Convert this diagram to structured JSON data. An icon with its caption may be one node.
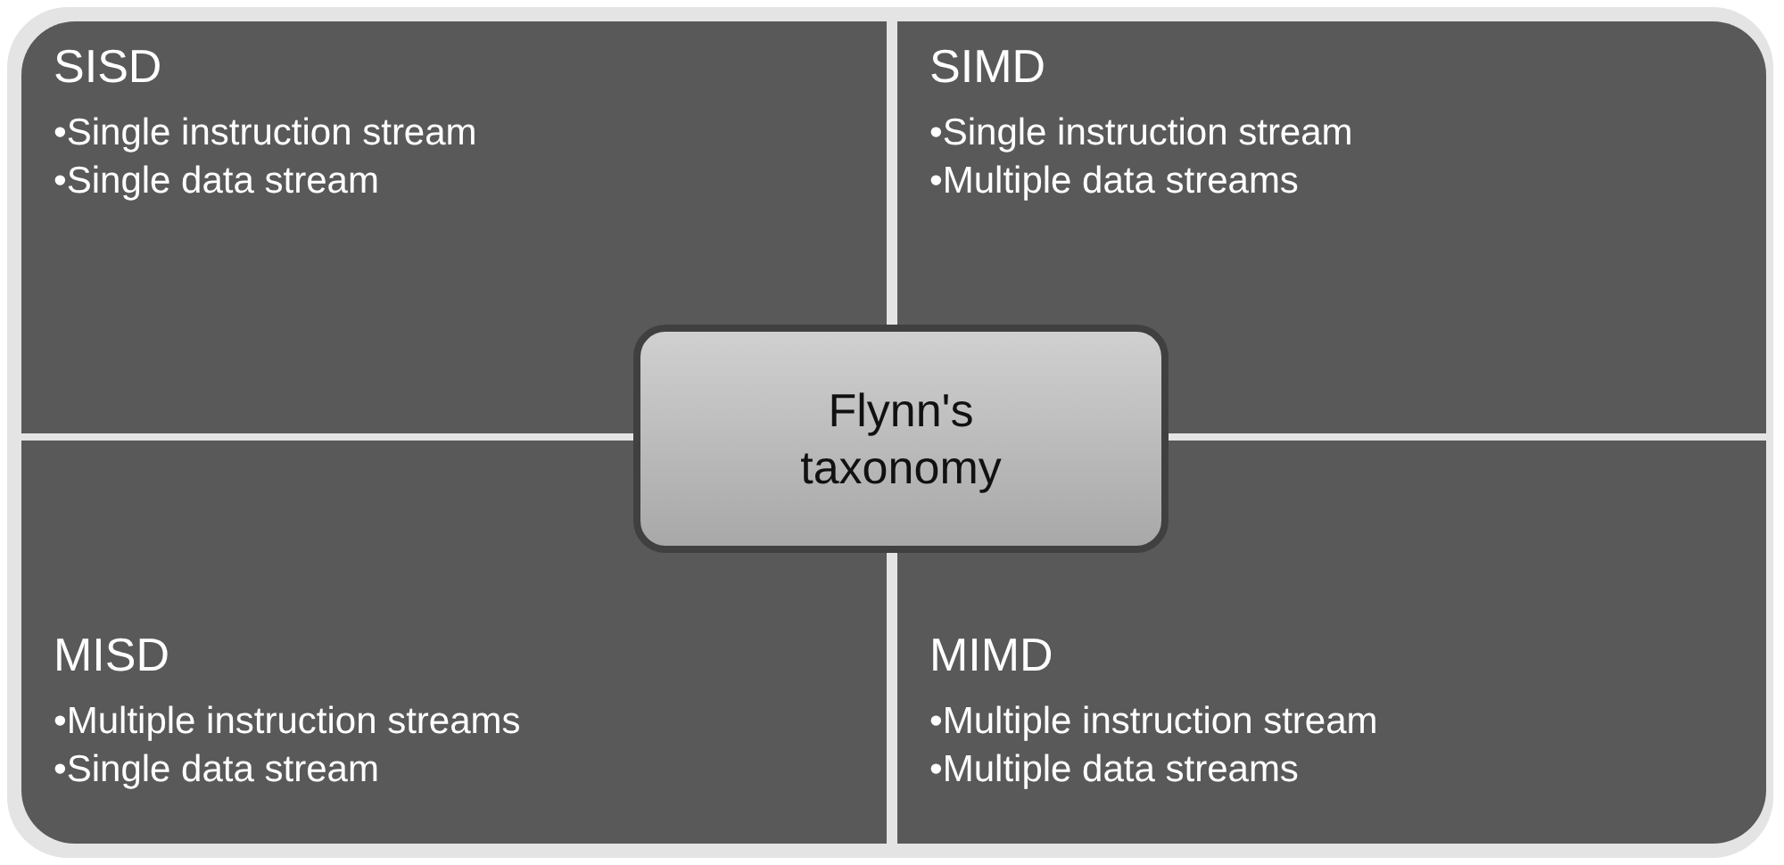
{
  "diagram": {
    "nodes": [
      {
        "text": [
          "SISD",
          "•Single instruction stream",
          "•Single data stream"
        ]
      },
      {
        "text": [
          "SIMD",
          "•Single instruction stream",
          "•Multiple data streams"
        ]
      },
      {
        "text": [
          "Flynn's taxonomy"
        ]
      },
      {
        "text": [
          "MISD",
          "•Multiple instruction streams",
          "•Single data stream"
        ]
      },
      {
        "text": [
          "MIMD",
          "•Multiple instruction stream",
          "•Multiple data streams"
        ]
      }
    ],
    "edges": []
  }
}
